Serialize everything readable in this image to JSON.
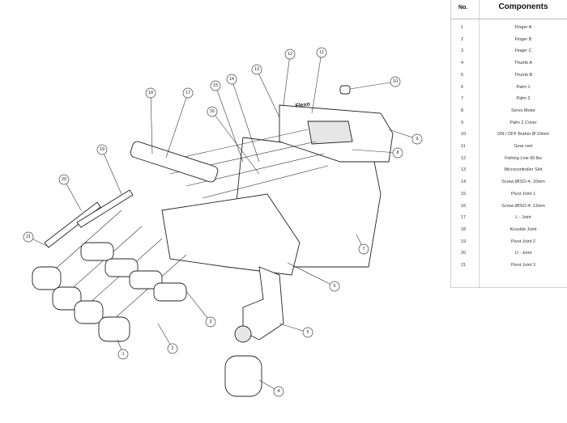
{
  "table": {
    "header_no": "No.",
    "header_components": "Components",
    "rows": [
      {
        "no": "1",
        "name": "Finger A"
      },
      {
        "no": "2",
        "name": "Finger B"
      },
      {
        "no": "3",
        "name": "Finger C"
      },
      {
        "no": "4",
        "name": "Thumb A"
      },
      {
        "no": "5",
        "name": "Thumb B"
      },
      {
        "no": "6",
        "name": "Palm 1"
      },
      {
        "no": "7",
        "name": "Palm 2"
      },
      {
        "no": "8",
        "name": "Servo Motor"
      },
      {
        "no": "9",
        "name": "Palm 2 Cover"
      },
      {
        "no": "10",
        "name": "ON / OFF Button Ø 10mm"
      },
      {
        "no": "11",
        "name": "Gear reel"
      },
      {
        "no": "12",
        "name": "Fishing Line 60 lbs"
      },
      {
        "no": "13",
        "name": "Microcontroller Slot"
      },
      {
        "no": "14",
        "name": "Screw ØISO-4; 10mm"
      },
      {
        "no": "15",
        "name": "Pivot Joint 1"
      },
      {
        "no": "16",
        "name": "Screw ØISO-4; 13mm"
      },
      {
        "no": "17",
        "name": "L - Joint"
      },
      {
        "no": "18",
        "name": "Knuckle Joint"
      },
      {
        "no": "19",
        "name": "Pivot Joint 2"
      },
      {
        "no": "20",
        "name": "U - Joint"
      },
      {
        "no": "21",
        "name": "Pivot Joint 3"
      }
    ]
  },
  "drawing": {
    "cover_lettering": "Flexo",
    "callouts": [
      "1",
      "2",
      "3",
      "4",
      "5",
      "6",
      "7",
      "8",
      "9",
      "10",
      "11",
      "12",
      "13",
      "14",
      "15",
      "16",
      "17",
      "18",
      "19",
      "20",
      "21"
    ]
  }
}
